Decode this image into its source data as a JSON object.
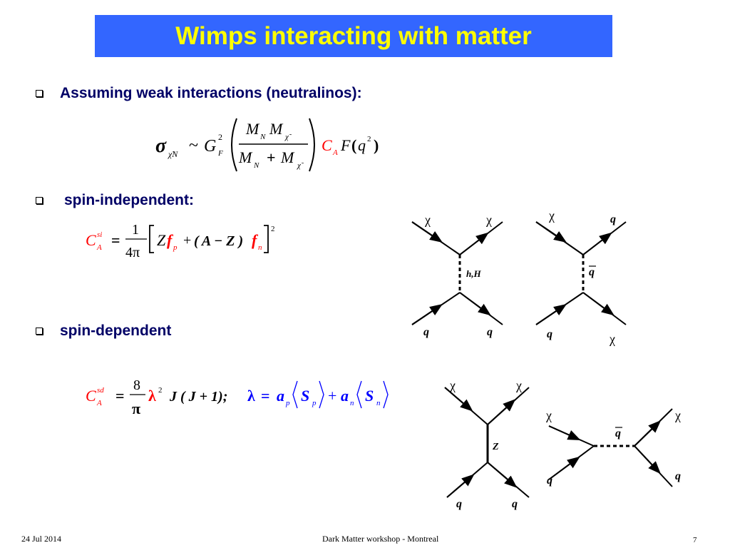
{
  "title": "Wimps interacting with matter",
  "bullets": {
    "weak": "Assuming weak interactions (neutralinos):",
    "si": "spin-independent:",
    "sd": "spin-dependent"
  },
  "eq_main": {
    "sigma": "σ",
    "sigma_sub": "χ̃N",
    "sim": "~",
    "G": "G",
    "G_sup": "2",
    "G_sub": "F",
    "num_M1": "M",
    "num_M1_sub": "N",
    "num_M2": "M",
    "num_M2_sub": "χ̃",
    "den_M1": "M",
    "den_M1_sub": "N",
    "den_plus": "+",
    "den_M2": "M",
    "den_M2_sub": "χ̃",
    "C": "C",
    "C_sub": "A",
    "F": "F",
    "open": "(",
    "q": "q",
    "q_sup": "2",
    "close": ")"
  },
  "eq_si": {
    "C": "C",
    "C_sup": "si",
    "C_sub": "A",
    "eq": "=",
    "num": "1",
    "den": "4π",
    "Z": "Z",
    "fp": "f",
    "fp_sub": "p",
    "plus": "+",
    "paren": "( A − Z )",
    "fn": "f",
    "fn_sub": "n",
    "sup2": "2"
  },
  "eq_sd": {
    "C": "C",
    "C_sup": "sd",
    "C_sub": "A",
    "eq": "=",
    "num": "8",
    "den": "π",
    "lambda": "λ",
    "lambda_sup": "2",
    "J": "J ( J + 1);",
    "lambda2": "λ",
    "eq2": "=",
    "ap": "a",
    "ap_sub": "p",
    "Sp": "S",
    "Sp_sub": "p",
    "plus": "+",
    "an": "a",
    "an_sub": "n",
    "Sn": "S",
    "Sn_sub": "n"
  },
  "diagrams": {
    "d1": {
      "tl": "χ",
      "tr": "χ",
      "mediator": "h,H",
      "bl": "q",
      "br": "q"
    },
    "d2": {
      "tl": "χ",
      "tr": "q",
      "mediator": "q",
      "bl": "q",
      "br": "χ"
    },
    "d3": {
      "tl": "χ",
      "tr": "χ",
      "mediator": "Z",
      "bl": "q",
      "br": "q"
    },
    "d4": {
      "tl": "χ",
      "tr": "χ",
      "mediator": "q",
      "bl": "q",
      "br": "q"
    }
  },
  "footer": {
    "date": "24 Jul 2014",
    "event": "Dark Matter workshop - Montreal",
    "page": "7"
  },
  "colors": {
    "title_bg": "#3366ff",
    "title_text": "#ffff00",
    "bullet_text": "#000066",
    "red": "#ff0000",
    "blue": "#0000ff"
  }
}
